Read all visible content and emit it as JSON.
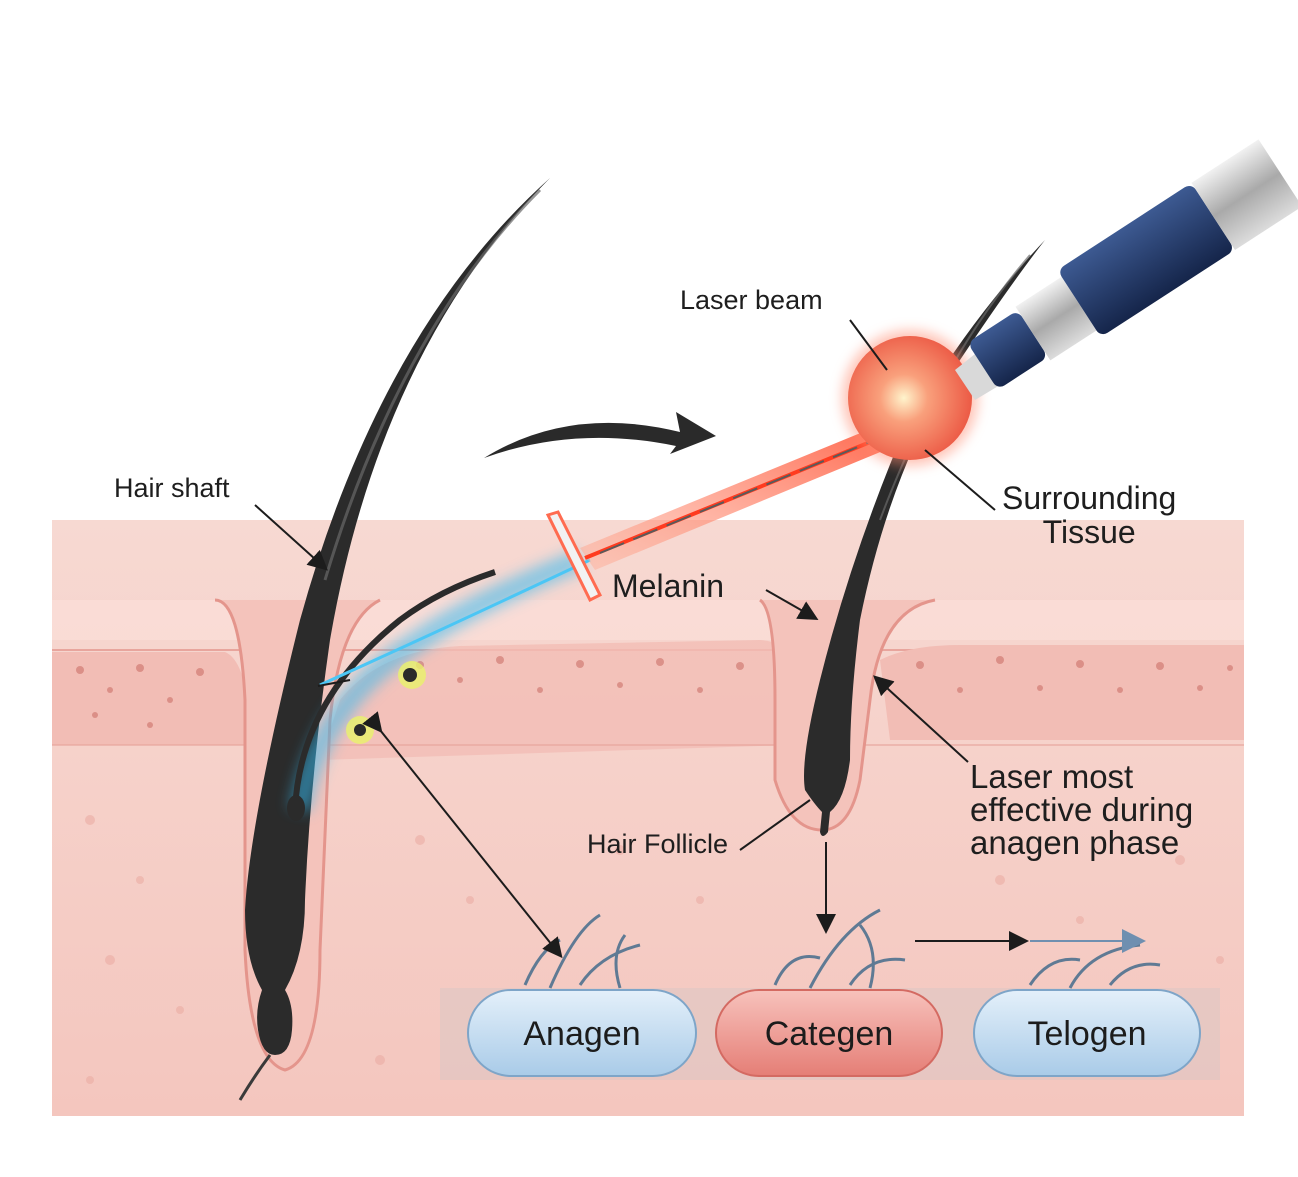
{
  "labels": {
    "hair_shaft": "Hair shaft",
    "laser_beam": "Laser beam",
    "surrounding_tissue": "Surrounding\nTissue",
    "melanin": "Melanin",
    "hair_follicle": "Hair Follicle",
    "laser_note": "Laser most\neffective during\nanagen phase"
  },
  "phases": [
    {
      "label": "Anagen",
      "color": "#c9dff0"
    },
    {
      "label": "Categen",
      "color": "#ef9f99"
    },
    {
      "label": "Telogen",
      "color": "#c9dff0"
    }
  ],
  "colors": {
    "skin": "#f6cfc8",
    "skin_deep": "#f4c4bd",
    "hair": "#2a2a2a",
    "laser": "#ff5a3c",
    "glow": "#36b9ef",
    "device": "#1f3560"
  }
}
